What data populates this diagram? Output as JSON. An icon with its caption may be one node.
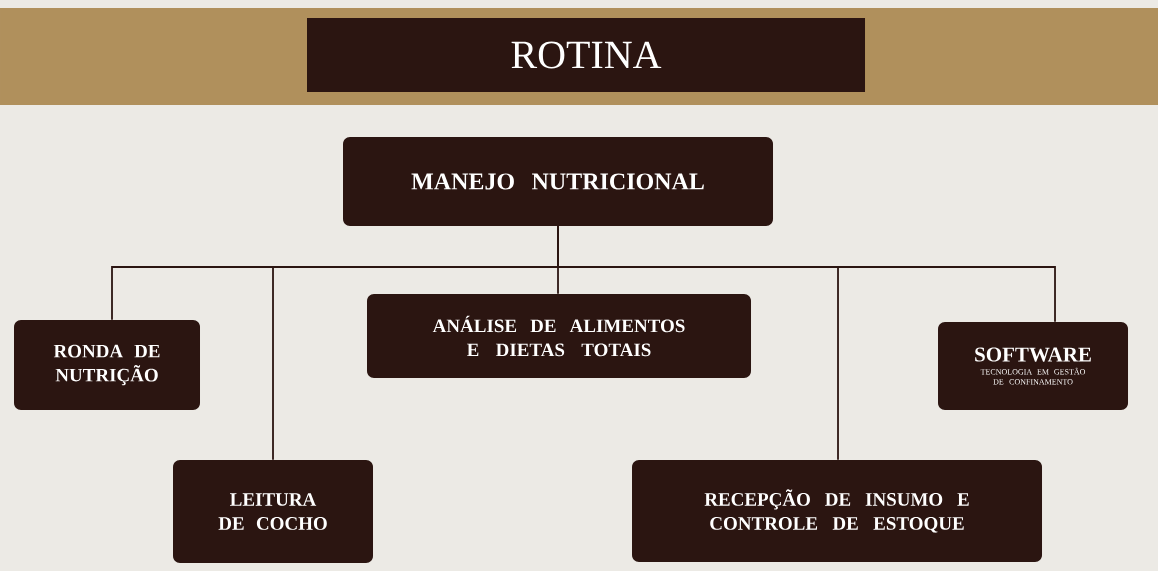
{
  "diagram": {
    "title": "ROTINA",
    "nodes": [
      {
        "text": [
          "MANEJO NUTRICIONAL"
        ]
      },
      {
        "text": [
          "RONDA DE NUTRIÇÃO"
        ]
      },
      {
        "text": [
          "LEITURA DE COCHO"
        ]
      },
      {
        "text": [
          "ANÁLISE DE ALIMENTOS E DIETAS TOTAIS"
        ]
      },
      {
        "text": [
          "RECEPÇÃO DE INSUMO E CONTROLE DE ESTOQUE"
        ]
      },
      {
        "text": [
          "SOFTWARE",
          "TECNOLOGIA EM GESTÃO DE CONFINAMENTO"
        ]
      }
    ],
    "edges": [
      {
        "from": 0,
        "to": 1,
        "arrow": "none"
      },
      {
        "from": 0,
        "to": 2,
        "arrow": "none"
      },
      {
        "from": 0,
        "to": 3,
        "arrow": "none"
      },
      {
        "from": 0,
        "to": 4,
        "arrow": "none"
      },
      {
        "from": 0,
        "to": 5,
        "arrow": "none"
      }
    ]
  }
}
